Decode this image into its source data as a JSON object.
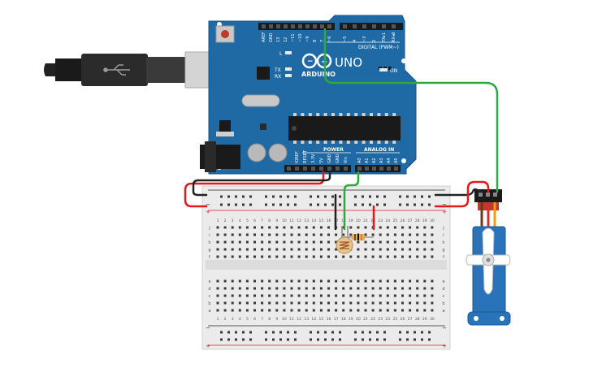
{
  "arduino": {
    "brand": "ARDUINO",
    "model": "UNO",
    "digital_label": "DIGITAL (PWM~)",
    "analog_label": "ANALOG IN",
    "power_label": "POWER",
    "tx_label": "TX",
    "rx_label": "RX",
    "on_label": "ON",
    "l_label": "L",
    "digital_pins": [
      "AREF",
      "GND",
      "13",
      "12",
      "~11",
      "~10",
      "~9",
      "8",
      "7",
      "~6",
      "~5",
      "4",
      "~3",
      "2",
      "TX▸1",
      "RX◂0"
    ],
    "power_pins": [
      "IOREF",
      "RESET",
      "3.3V",
      "5V",
      "GND",
      "GND",
      "Vin"
    ],
    "analog_pins": [
      "A0",
      "A1",
      "A2",
      "A3",
      "A4",
      "A5"
    ]
  },
  "breadboard": {
    "column_numbers": [
      "1",
      "2",
      "3",
      "4",
      "5",
      "6",
      "7",
      "8",
      "9",
      "10",
      "11",
      "12",
      "13",
      "14",
      "15",
      "16",
      "17",
      "18",
      "19",
      "20",
      "21",
      "22",
      "23",
      "24",
      "25",
      "26",
      "27",
      "28",
      "29",
      "30"
    ],
    "rows_top": [
      "j",
      "i",
      "h",
      "g",
      "f"
    ],
    "rows_bottom": [
      "e",
      "d",
      "c",
      "b",
      "a"
    ],
    "rail_plus": "+",
    "rail_minus": "−"
  },
  "colors": {
    "board": "#1f6aa5",
    "board_dark": "#175486",
    "wire_red": "#e01b1b",
    "wire_black": "#222222",
    "wire_green": "#2eaa3c",
    "servo": "#2a73b8",
    "breadboard": "#ebebeb"
  }
}
